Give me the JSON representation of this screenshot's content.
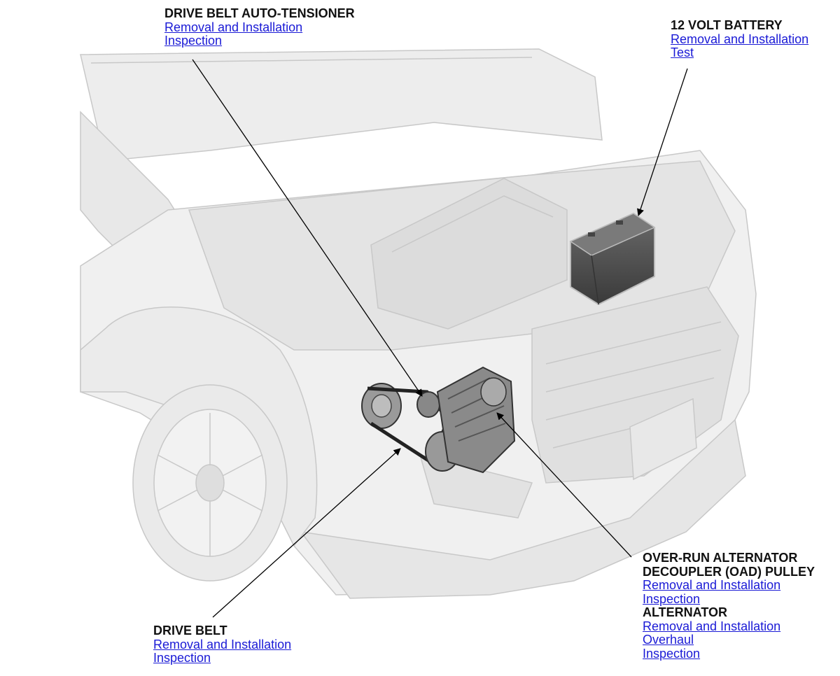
{
  "callouts": {
    "tensioner": {
      "title": "DRIVE BELT AUTO-TENSIONER",
      "links": [
        "Removal and Installation",
        "Inspection"
      ]
    },
    "battery": {
      "title": "12 VOLT BATTERY",
      "links": [
        "Removal and Installation",
        "Test"
      ]
    },
    "oad": {
      "title": "OVER-RUN ALTERNATOR DECOUPLER (OAD) PULLEY",
      "title_lines": [
        "OVER-RUN ALTERNATOR",
        "DECOUPLER (OAD) PULLEY"
      ],
      "links": [
        "Removal and Installation",
        "Inspection"
      ]
    },
    "alternator": {
      "title": "ALTERNATOR",
      "links": [
        "Removal and Installation",
        "Overhaul",
        "Inspection"
      ]
    },
    "belt": {
      "title": "DRIVE BELT",
      "links": [
        "Removal and Installation",
        "Inspection"
      ]
    }
  },
  "colors": {
    "link": "#1a1ad6",
    "title": "#111111",
    "leader": "#000000",
    "vehicle_fill": "#f0f0f0",
    "vehicle_stroke": "#c8c8c8",
    "component": "#555555"
  }
}
